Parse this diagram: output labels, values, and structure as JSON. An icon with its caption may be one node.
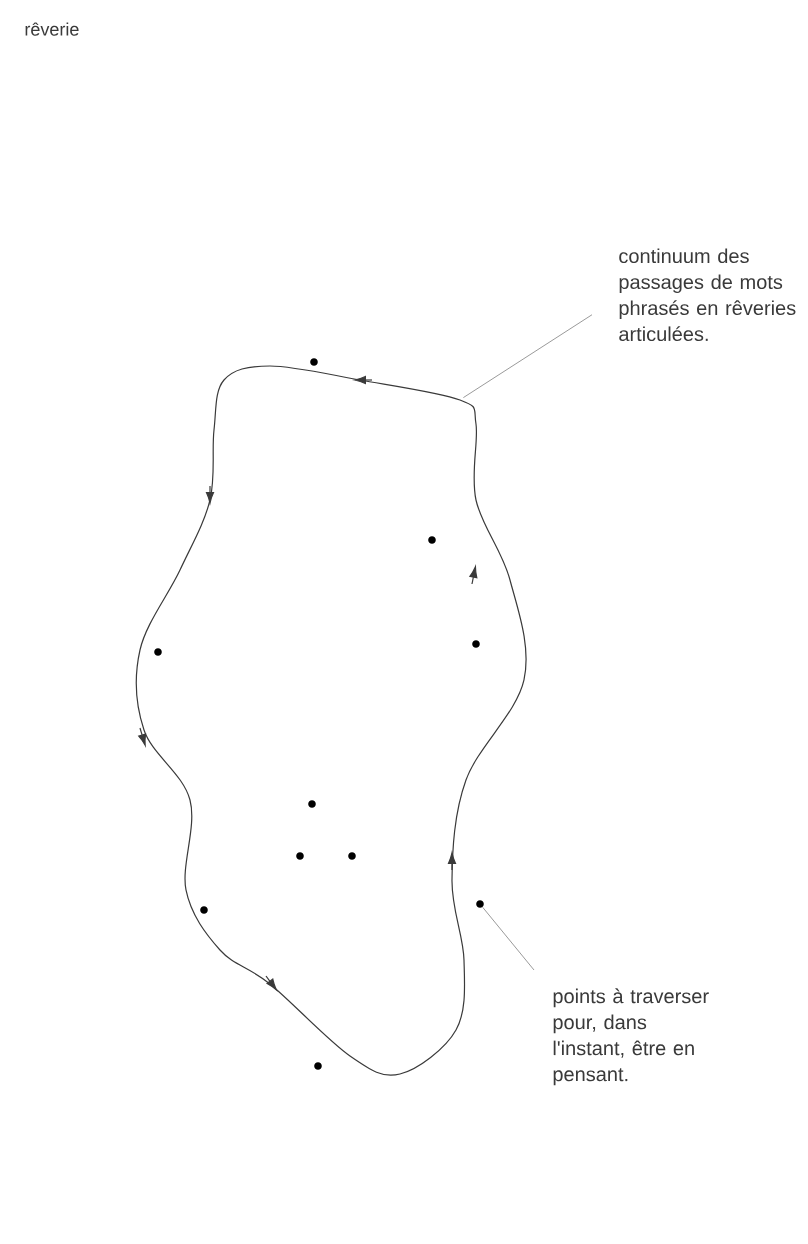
{
  "diagram": {
    "title": "rêverie",
    "nodes": [
      {
        "text": [
          "continuum des passages de mots phrasés en rêveries articulées."
        ]
      },
      {
        "text": [],
        "shape": "loop"
      },
      {
        "text": [
          "points à traverser pour, dans l'instant, être en pensant."
        ]
      },
      {
        "text": [],
        "shape": "circle"
      }
    ],
    "edges": [
      {
        "from": 0,
        "to": 1,
        "arrow": "none"
      },
      {
        "from": 2,
        "to": 3,
        "arrow": "none"
      }
    ]
  }
}
